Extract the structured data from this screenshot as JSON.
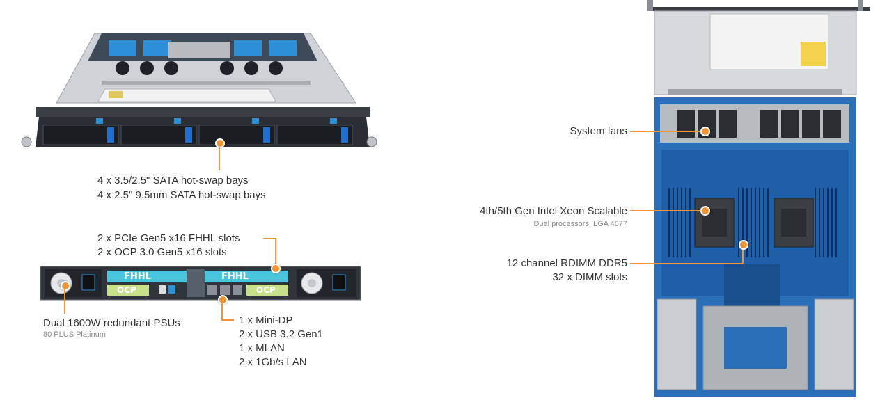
{
  "front": {
    "bays_line1": "4 x 3.5/2.5\" SATA hot-swap bays",
    "bays_line2": "4 x 2.5\" 9.5mm SATA hot-swap bays"
  },
  "rear": {
    "slots_line1": "2 x PCIe Gen5 x16 FHHL slots",
    "slots_line2": "2 x OCP 3.0 Gen5 x16 slots",
    "fhhl_tag": "FHHL",
    "ocp_tag": "OCP",
    "psu_title": "Dual 1600W  redundant PSUs",
    "psu_sub": "80 PLUS Platinum",
    "io": [
      "1 x Mini-DP",
      "2 x USB 3.2 Gen1",
      "1 x MLAN",
      "2 x 1Gb/s LAN"
    ]
  },
  "top": {
    "fans": "System fans",
    "cpu_title": "4th/5th Gen Intel Xeon Scalable",
    "cpu_sub": "Dual processors, LGA 4677",
    "mem_line1": "12 channel RDIMM DDR5",
    "mem_line2": "32 x DIMM slots"
  },
  "colors": {
    "accent": "#f29433",
    "chassis": "#c8cbce",
    "board": "#2a6fb8",
    "ocp_green": "#c9e08a",
    "fhhl_cyan": "#49c6dc"
  }
}
